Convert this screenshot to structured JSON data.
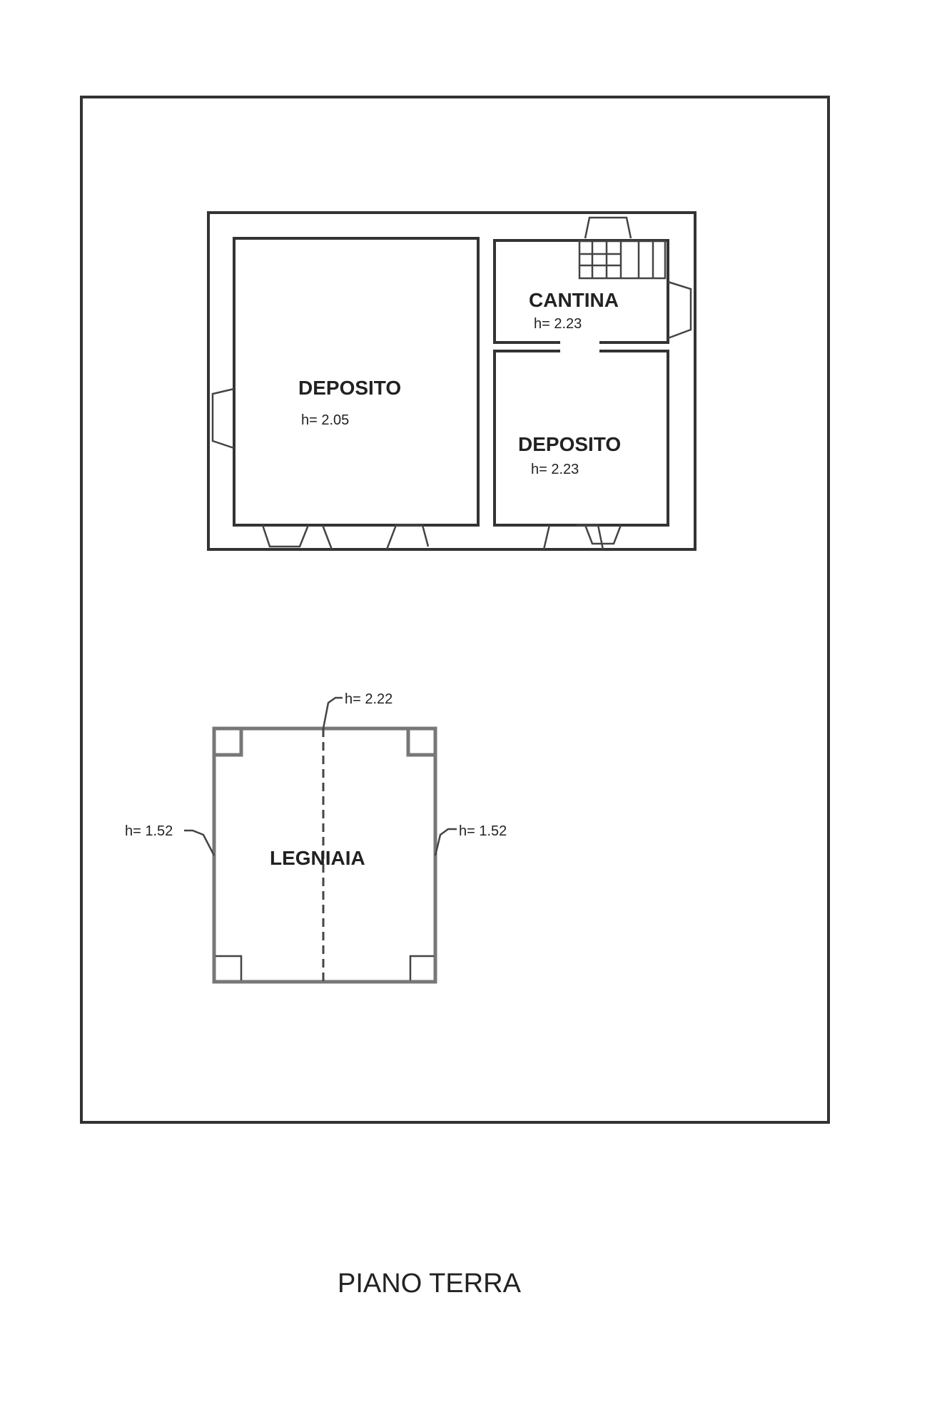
{
  "title": "PIANO TERRA",
  "building": {
    "rooms": [
      {
        "name": "DEPOSITO",
        "height": "h= 2.05"
      },
      {
        "name": "CANTINA",
        "height": "h= 2.23"
      },
      {
        "name": "DEPOSITO",
        "height": "h= 2.23"
      }
    ]
  },
  "shed": {
    "name": "LEGNIAIA",
    "height_center": "h= 2.22",
    "height_left": "h= 1.52",
    "height_right": "h= 1.52"
  }
}
